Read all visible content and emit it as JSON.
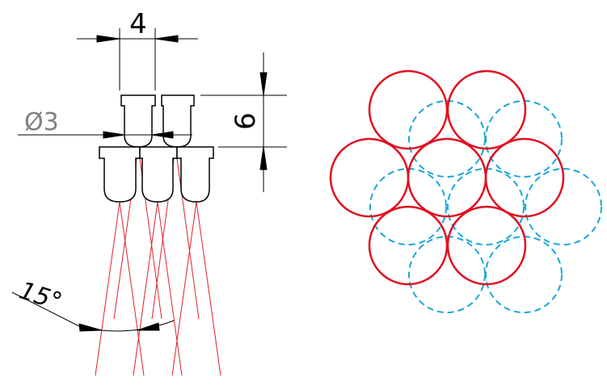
{
  "dimensions": {
    "spacing_label": "4",
    "height_label": "6",
    "diameter_label": "Ø3",
    "angle_label": "15°"
  },
  "colors": {
    "line": "#000000",
    "beam": "#e0202a",
    "circle_solid": "#e01020",
    "circle_dashed": "#1aa6d8",
    "diameter_text": "#808080"
  },
  "pattern": {
    "solid_circles": 7,
    "dashed_circles": 7
  }
}
